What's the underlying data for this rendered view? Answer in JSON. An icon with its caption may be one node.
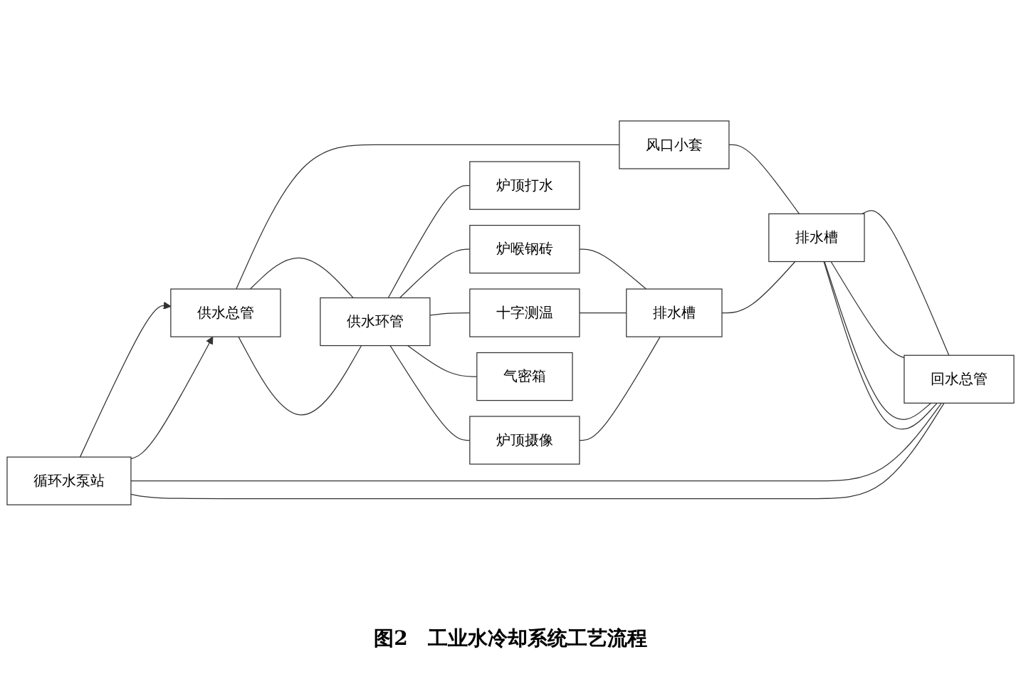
{
  "diagram": {
    "caption": "图2　工业水冷却系统工艺流程",
    "nodes": [
      {
        "text": [
          "循环水泵站"
        ]
      },
      {
        "text": [
          "供水总管"
        ]
      },
      {
        "text": [
          "风口小套"
        ]
      },
      {
        "text": [
          "供水环管"
        ]
      },
      {
        "text": [
          "炉顶打水"
        ]
      },
      {
        "text": [
          "炉喉钢砖"
        ]
      },
      {
        "text": [
          "十字测温"
        ]
      },
      {
        "text": [
          "气密箱"
        ]
      },
      {
        "text": [
          "炉顶摄像"
        ]
      },
      {
        "text": [
          "排水槽"
        ]
      },
      {
        "text": [
          "排水槽"
        ]
      },
      {
        "text": [
          "回水总管"
        ]
      }
    ],
    "edges": [
      {
        "from": 0,
        "to": 1,
        "arrow": "to"
      },
      {
        "from": 0,
        "to": 1,
        "arrow": "to"
      },
      {
        "from": 1,
        "to": 2,
        "arrow": "none"
      },
      {
        "from": 1,
        "to": 3,
        "arrow": "none"
      },
      {
        "from": 1,
        "to": 3,
        "arrow": "none"
      },
      {
        "from": 3,
        "to": 4,
        "arrow": "none"
      },
      {
        "from": 3,
        "to": 5,
        "arrow": "none"
      },
      {
        "from": 3,
        "to": 6,
        "arrow": "none"
      },
      {
        "from": 3,
        "to": 7,
        "arrow": "none"
      },
      {
        "from": 3,
        "to": 8,
        "arrow": "none"
      },
      {
        "from": 2,
        "to": 10,
        "arrow": "none"
      },
      {
        "from": 5,
        "to": 9,
        "arrow": "none"
      },
      {
        "from": 6,
        "to": 9,
        "arrow": "none"
      },
      {
        "from": 8,
        "to": 9,
        "arrow": "none"
      },
      {
        "from": 9,
        "to": 10,
        "arrow": "none"
      },
      {
        "from": 10,
        "to": 11,
        "arrow": "none"
      },
      {
        "from": 10,
        "to": 11,
        "arrow": "none"
      },
      {
        "from": 10,
        "to": 11,
        "arrow": "none"
      },
      {
        "from": 10,
        "to": 11,
        "arrow": "none"
      },
      {
        "from": 11,
        "to": 0,
        "arrow": "none"
      },
      {
        "from": 11,
        "to": 0,
        "arrow": "none"
      }
    ]
  }
}
